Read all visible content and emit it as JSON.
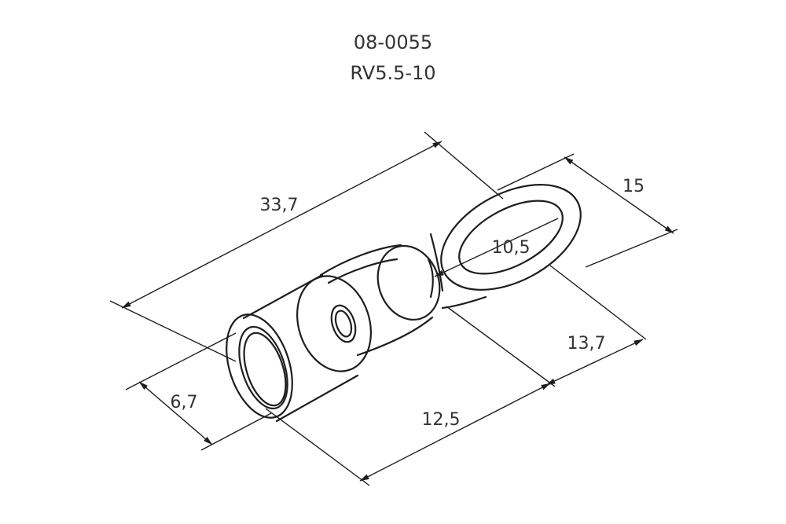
{
  "title": {
    "part_number": "08-0055",
    "model": "RV5.5-10"
  },
  "dimensions": {
    "overall_length": "33,7",
    "ring_width": "15",
    "hole_diameter": "10,5",
    "ring_length": "13,7",
    "barrel_length": "12,5",
    "sleeve_diameter": "6,7"
  },
  "colors": {
    "line": "#1e1e1e",
    "text": "#333333",
    "background": "#ffffff"
  }
}
